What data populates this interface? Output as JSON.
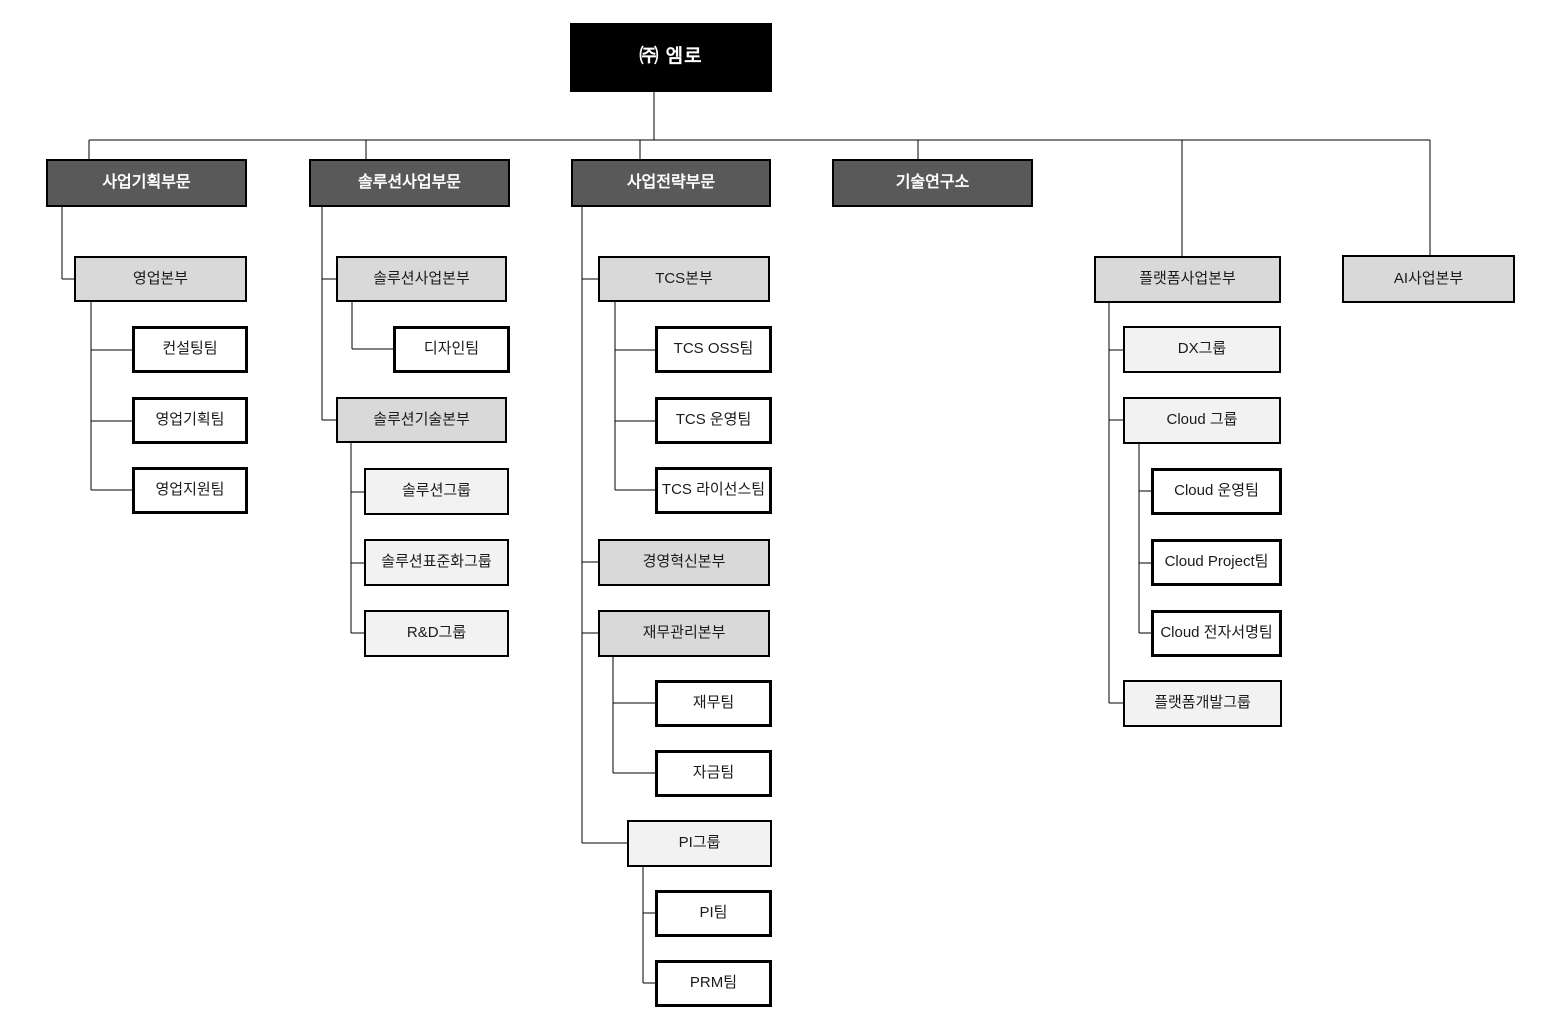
{
  "colors": {
    "page_bg": "#ffffff",
    "root_fill": "#000000",
    "root_text": "#ffffff",
    "division_fill": "#595959",
    "division_text": "#ffffff",
    "hq_fill": "#d9d9d9",
    "group_fill": "#f2f2f2",
    "team_fill": "#ffffff",
    "border": "#000000",
    "line": "#000000",
    "text": "#1a1a1a"
  },
  "nodes": [
    {
      "id": "root",
      "label": "㈜ 엠로",
      "tier": "root",
      "parent": null
    },
    {
      "id": "division-biz-planning",
      "label": "사업기획부문",
      "tier": "division",
      "parent": "root"
    },
    {
      "id": "division-solution-biz",
      "label": "솔루션사업부문",
      "tier": "division",
      "parent": "root"
    },
    {
      "id": "division-biz-strategy",
      "label": "사업전략부문",
      "tier": "division",
      "parent": "root"
    },
    {
      "id": "tech-research-institute",
      "label": "기술연구소",
      "tier": "division",
      "parent": "root"
    },
    {
      "id": "sales-hq",
      "label": "영업본부",
      "tier": "hq",
      "parent": "division-biz-planning"
    },
    {
      "id": "consulting-team",
      "label": "컨설팅팀",
      "tier": "team",
      "parent": "sales-hq"
    },
    {
      "id": "sales-planning-team",
      "label": "영업기획팀",
      "tier": "team",
      "parent": "sales-hq"
    },
    {
      "id": "sales-support-team",
      "label": "영업지원팀",
      "tier": "team",
      "parent": "sales-hq"
    },
    {
      "id": "solution-biz-hq",
      "label": "솔루션사업본부",
      "tier": "hq",
      "parent": "division-solution-biz"
    },
    {
      "id": "design-team",
      "label": "디자인팀",
      "tier": "team",
      "parent": "solution-biz-hq"
    },
    {
      "id": "solution-tech-hq",
      "label": "솔루션기술본부",
      "tier": "hq",
      "parent": "division-solution-biz"
    },
    {
      "id": "solution-group",
      "label": "솔루션그룹",
      "tier": "group",
      "parent": "solution-tech-hq"
    },
    {
      "id": "solution-standardization-group",
      "label": "솔루션표준화그룹",
      "tier": "group",
      "parent": "solution-tech-hq"
    },
    {
      "id": "rnd-group",
      "label": "R&D그룹",
      "tier": "group",
      "parent": "solution-tech-hq"
    },
    {
      "id": "tcs-hq",
      "label": "TCS본부",
      "tier": "hq",
      "parent": "division-biz-strategy"
    },
    {
      "id": "tcs-oss-team",
      "label": "TCS OSS팀",
      "tier": "team",
      "parent": "tcs-hq"
    },
    {
      "id": "tcs-operation-team",
      "label": "TCS 운영팀",
      "tier": "team",
      "parent": "tcs-hq"
    },
    {
      "id": "tcs-license-team",
      "label": "TCS 라이선스팀",
      "tier": "team",
      "parent": "tcs-hq"
    },
    {
      "id": "management-innovation-hq",
      "label": "경영혁신본부",
      "tier": "hq",
      "parent": "division-biz-strategy"
    },
    {
      "id": "finance-management-hq",
      "label": "재무관리본부",
      "tier": "hq",
      "parent": "division-biz-strategy"
    },
    {
      "id": "finance-team",
      "label": "재무팀",
      "tier": "team",
      "parent": "finance-management-hq"
    },
    {
      "id": "treasury-team",
      "label": "자금팀",
      "tier": "team",
      "parent": "finance-management-hq"
    },
    {
      "id": "pi-group",
      "label": "PI그룹",
      "tier": "group",
      "parent": "division-biz-strategy"
    },
    {
      "id": "pi-team",
      "label": "PI팀",
      "tier": "team",
      "parent": "pi-group"
    },
    {
      "id": "prm-team",
      "label": "PRM팀",
      "tier": "team",
      "parent": "pi-group"
    },
    {
      "id": "platform-biz-hq",
      "label": "플랫폼사업본부",
      "tier": "hq",
      "parent": "root"
    },
    {
      "id": "dx-group",
      "label": "DX그룹",
      "tier": "group",
      "parent": "platform-biz-hq"
    },
    {
      "id": "cloud-group",
      "label": "Cloud 그룹",
      "tier": "group",
      "parent": "platform-biz-hq"
    },
    {
      "id": "cloud-operation-team",
      "label": "Cloud 운영팀",
      "tier": "team",
      "parent": "cloud-group"
    },
    {
      "id": "cloud-project-team",
      "label": "Cloud Project팀",
      "tier": "team",
      "parent": "cloud-group"
    },
    {
      "id": "cloud-esignature-team",
      "label": "Cloud 전자서명팀",
      "tier": "team",
      "parent": "cloud-group"
    },
    {
      "id": "platform-dev-group",
      "label": "플랫폼개발그룹",
      "tier": "group",
      "parent": "platform-biz-hq"
    },
    {
      "id": "ai-biz-hq",
      "label": "AI사업본부",
      "tier": "hq",
      "parent": "root"
    }
  ]
}
